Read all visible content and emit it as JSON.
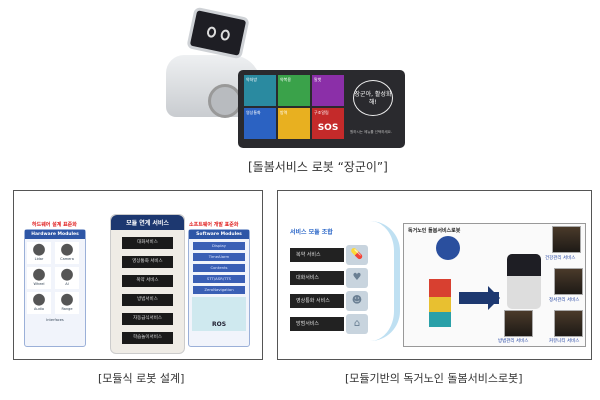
{
  "top_figure": {
    "caption": "[돌봄서비스 로봇 “장군이”]",
    "screen": {
      "tiles": [
        "약처방",
        "약복용",
        "말벗",
        "영상통화",
        "방역",
        "구조알림"
      ],
      "sos_label": "SOS",
      "bubble_text": "장군아, 활성화해!",
      "footer_text": "원하시는 메뉴를 선택하세요."
    }
  },
  "left_figure": {
    "caption": "[모듈식 로봇 설계]",
    "hw_title": "하드웨어 설계 표준화",
    "sw_title": "소프트웨어 개발 표준화",
    "center_title": "모듈 연계 서비스",
    "services": [
      "대화서비스",
      "영상통화 서비스",
      "복약 서비스",
      "방범서비스",
      "자동급식서비스",
      "학습놀이서비스"
    ],
    "hardware_header": "Hardware Modules",
    "hardware": [
      "Lidar",
      "Camera",
      "Wheel",
      "AI",
      "Audio",
      "Range",
      "Interfaces"
    ],
    "software_header": "Software Modules",
    "software": [
      "Display",
      "TimeAlarm",
      "Contents",
      "STT/ASR/TTS",
      "ZeroNavigation"
    ],
    "ros_label": "ROS"
  },
  "right_figure": {
    "caption": "[모듈기반의 독거노인 돌봄서비스로봇]",
    "combo_title": "서비스 모듈 조합",
    "modules": [
      "복약 서비스",
      "대화서비스",
      "영상통화 서비스",
      "방범서비스"
    ],
    "icons": [
      "pill-icon",
      "heart-icon",
      "people-icon",
      "home-icon"
    ],
    "robot_box_title": "독거노인 돌봄서비스로봇",
    "outputs": [
      "건강관리 서비스",
      "정서관리 서비스",
      "방범관리 서비스",
      "커뮤니티 서비스"
    ]
  }
}
